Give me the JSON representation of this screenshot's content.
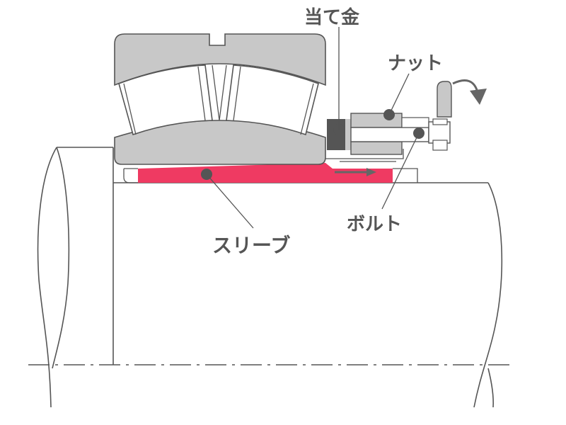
{
  "labels": {
    "washer": "当て金",
    "nut": "ナット",
    "bolt": "ボルト",
    "sleeve": "スリーブ"
  },
  "colors": {
    "sleeve_fill": "#ef3a62",
    "bearing_gray": "#c8c8c8",
    "outline": "#555555",
    "dot": "#555555",
    "arrow": "#666666"
  },
  "icons": {
    "rotation_arrow": "curved-arrow-icon",
    "push_arrow": "right-arrow-icon"
  }
}
